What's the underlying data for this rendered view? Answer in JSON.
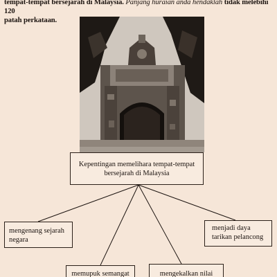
{
  "instruction": {
    "part1": "tempat-tempat bersejarah di Malaysia.",
    "part2": "Panjang huraian anda hendaklah",
    "part3": "tidak melebihi 120",
    "line2": "patah perkataan."
  },
  "diagram": {
    "center": "Kepentingan memelihara tempat-tempat bersejarah di Malaysia",
    "left": "mengenang sejarah negara",
    "right": "menjadi daya tarikan pelancong",
    "bottom1": "memupuk semangat",
    "bottom2": "mengekalkan nilai"
  }
}
